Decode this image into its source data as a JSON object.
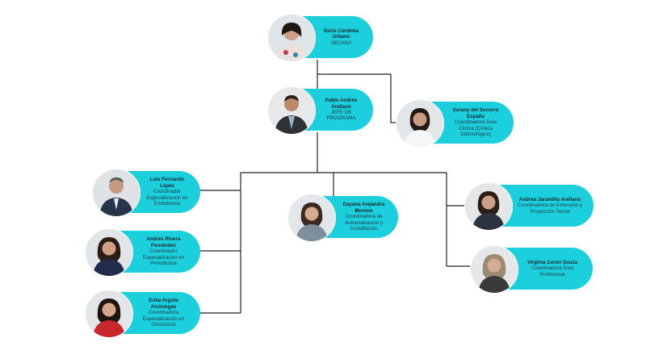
{
  "nodes": {
    "decana": {
      "name": "Doris Córdoba Urbano",
      "role": "DECANA"
    },
    "jefe": {
      "name": "Pablo Andrés Arellano",
      "role": "JEFE DE PROGRAMA"
    },
    "clinica": {
      "name": "Sorany del Socorro España",
      "role": "Coordinadora Área Clínica (Clínica Odontológico)"
    },
    "endodoncia": {
      "name": "Luis Fernando López",
      "role": "Coordinador Especialización en Endodoncia"
    },
    "autoevaluacion": {
      "name": "Dayana Alejandra Moreno",
      "role": "Coordinadora de Autoevaluación y Acreditación"
    },
    "extension": {
      "name": "Andrea Jaramillo Arellano",
      "role": "Coordinadora de Extensión y Proyección Social"
    },
    "periodoncia": {
      "name": "Andrés Rivera Fernández",
      "role": "Coordinador Especialización en Periodoncia"
    },
    "profesional": {
      "name": "Virginia Cerón Souza",
      "role": "Coordinadora Área Profesional"
    },
    "ortodoncia": {
      "name": "Erika Argote Arciniegas",
      "role": "Coordinadora Especialización en Ortodoncia"
    }
  },
  "colors": {
    "card": "#1ccfdc",
    "connector": "#222222"
  }
}
